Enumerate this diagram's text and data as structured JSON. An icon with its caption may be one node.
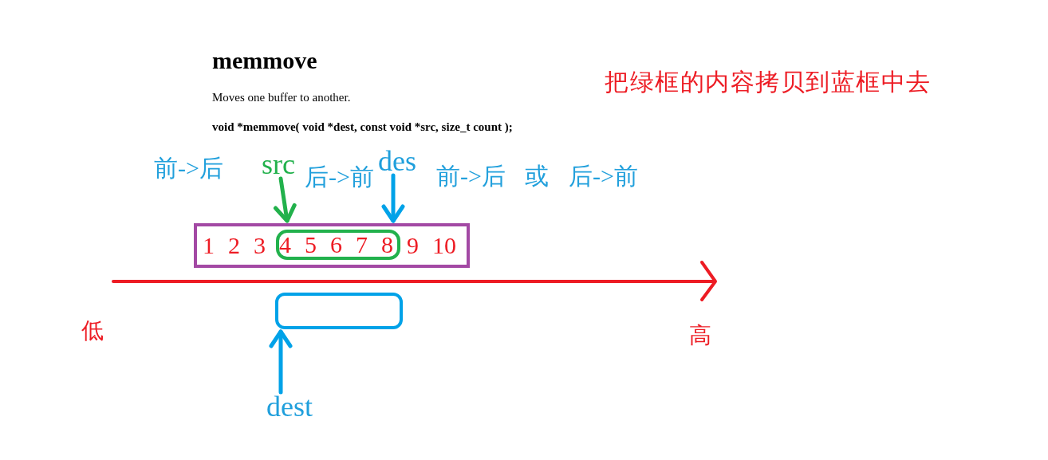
{
  "diagram": {
    "title": "memmove",
    "nodes": [
      {
        "text": [
          "src"
        ]
      },
      {
        "text": [
          "des"
        ]
      },
      {
        "text": [
          "1",
          "2",
          "3",
          "9",
          "10"
        ]
      },
      {
        "text": [
          "4",
          "5",
          "6",
          "7",
          "8"
        ],
        "in": 2
      },
      {
        "text": [],
        "shape": "box"
      },
      {
        "text": [
          "dest"
        ]
      }
    ],
    "edges": [
      {
        "from": 0,
        "to": 2,
        "arrow": "to",
        "color": "#22b14c"
      },
      {
        "from": 1,
        "to": 2,
        "arrow": "to"
      },
      {
        "from": 5,
        "to": 4,
        "arrow": "to"
      }
    ],
    "labels": [
      "Moves one buffer to another.",
      "void *memmove( void *dest, const void *src, size_t count );",
      "把绿框的内容拷贝到蓝框中去",
      "前->后",
      "后->前",
      "前->后 或 后->前",
      "低",
      "高"
    ]
  }
}
